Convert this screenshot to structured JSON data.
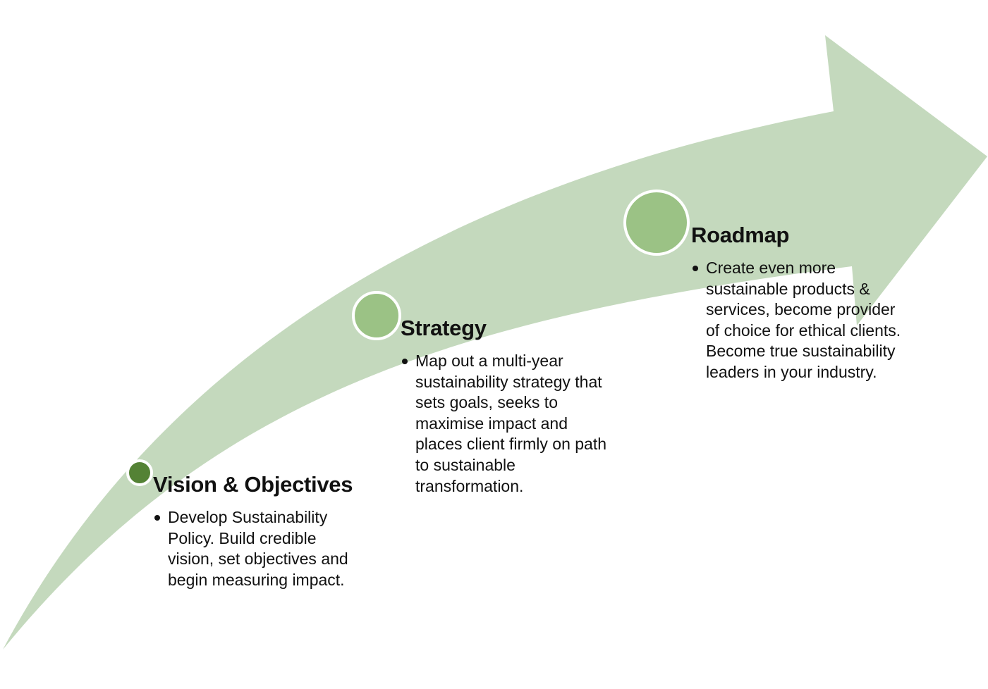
{
  "colors": {
    "arrow_fill": "#c4d9bd",
    "circle_dark": "#548235",
    "circle_light": "#9bc285",
    "circle_border": "#ffffff",
    "text": "#111111"
  },
  "stages": [
    {
      "title": "Vision & Objectives",
      "bullet": "Develop Sustainability Policy. Build credible vision, set objectives and begin measuring impact.",
      "marker_color": "dark"
    },
    {
      "title": "Strategy",
      "bullet": "Map out a multi-year sustainability strategy that sets goals, seeks to maximise impact and places client firmly on path to sustainable transformation.",
      "marker_color": "light"
    },
    {
      "title": "Roadmap",
      "bullet": "Create even more sustainable products & services, become provider of choice for ethical clients. Become true sustainability leaders in your industry.",
      "marker_color": "light"
    }
  ]
}
